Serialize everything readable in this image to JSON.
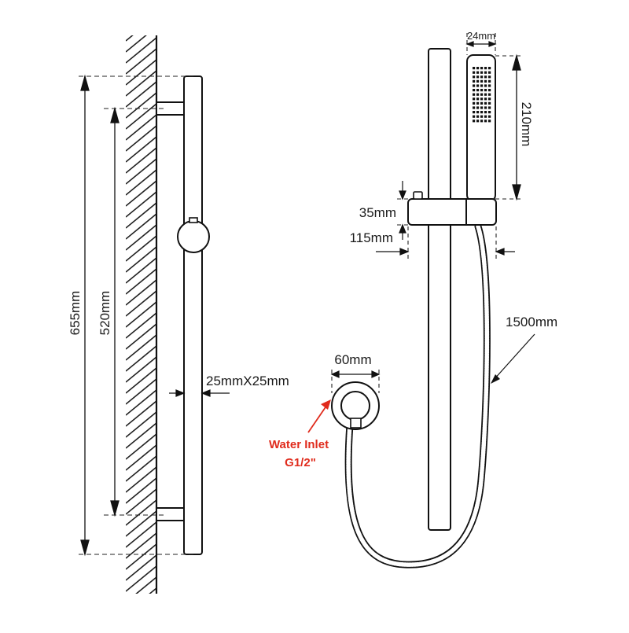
{
  "diagram": {
    "wall_view": {
      "labels": {
        "total_height": "655mm",
        "bracket_spacing": "520mm",
        "bar_section": "25mmX25mm"
      }
    },
    "front_view": {
      "labels": {
        "handset_width": "24mm",
        "handset_length": "210mm",
        "slider_height": "35mm",
        "slider_width": "115mm",
        "hose_length": "1500mm",
        "outlet_diameter": "60mm"
      },
      "water_inlet": {
        "line1": "Water Inlet",
        "line2": "G1/2\""
      }
    },
    "colors": {
      "line": "#1a1a1a",
      "guide": "#222222",
      "accent": "#e02b1c"
    }
  }
}
